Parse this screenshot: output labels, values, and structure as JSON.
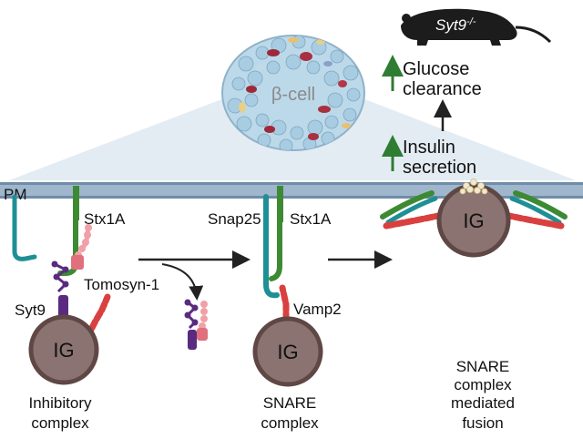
{
  "labels": {
    "mouse": "Syt9",
    "mouse_sup": "-/-",
    "cell": "β-cell",
    "glucose_1": "Glucose",
    "glucose_2": "clearance",
    "insulin_1": "Insulin",
    "insulin_2": "secretion",
    "pm": "PM",
    "stx1a_1": "Stx1A",
    "snap25": "Snap25",
    "stx1a_2": "Stx1A",
    "tomosyn": "Tomosyn-1",
    "syt9": "Syt9",
    "vamp2": "Vamp2",
    "ig_1": "IG",
    "ig_2": "IG",
    "ig_3": "IG"
  },
  "captions": {
    "inhibitory": [
      "Inhibitory",
      "complex"
    ],
    "snare": [
      "SNARE",
      "complex"
    ],
    "fusion": [
      "SNARE",
      "complex",
      "mediated",
      "fusion"
    ]
  },
  "colors": {
    "membrane": "#8fa9c1",
    "vesicle": "#8a7370",
    "vesicle_ring": "#5e4744",
    "stx1a": "#3d8a33",
    "snap25": "#1f8f96",
    "tomosyn": "#f0a0a6",
    "syt9": "#5a2a80",
    "vamp2": "#d94040",
    "arrow_up": "#2e7d32"
  }
}
